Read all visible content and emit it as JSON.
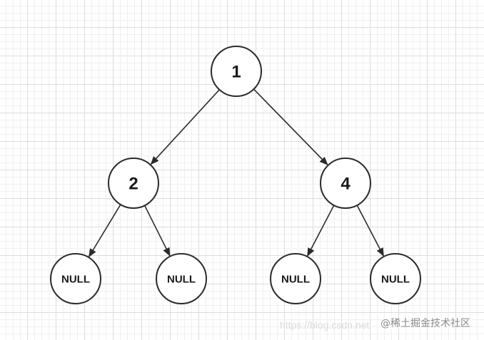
{
  "diagram": {
    "nodes": [
      {
        "id": "n1",
        "label": "1",
        "kind": "value"
      },
      {
        "id": "n2",
        "label": "2",
        "kind": "value"
      },
      {
        "id": "n4",
        "label": "4",
        "kind": "value"
      },
      {
        "id": "l1",
        "label": "NULL",
        "kind": "null"
      },
      {
        "id": "l2",
        "label": "NULL",
        "kind": "null"
      },
      {
        "id": "l3",
        "label": "NULL",
        "kind": "null"
      },
      {
        "id": "l4",
        "label": "NULL",
        "kind": "null"
      }
    ],
    "edges": [
      {
        "from": "n1",
        "to": "n2"
      },
      {
        "from": "n1",
        "to": "n4"
      },
      {
        "from": "n2",
        "to": "l1"
      },
      {
        "from": "n2",
        "to": "l2"
      },
      {
        "from": "n4",
        "to": "l3"
      },
      {
        "from": "n4",
        "to": "l4"
      }
    ],
    "colors": {
      "stroke": "#2b2b2b",
      "text": "#1a1a1a",
      "grid_major": "#dcdcdc",
      "grid_minor": "#f0f0f0"
    }
  },
  "watermark": {
    "left_text": "https://blog.csdn.net",
    "right_text": "@稀土掘金技术社区"
  }
}
